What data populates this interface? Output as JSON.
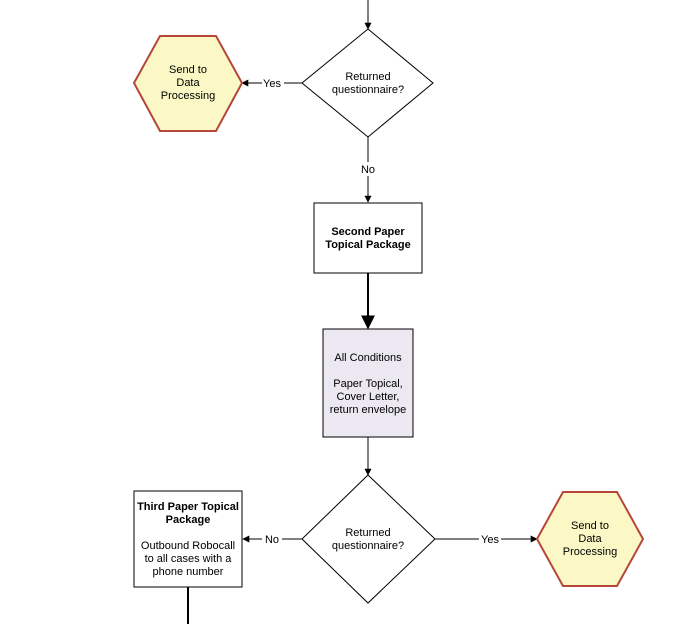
{
  "colors": {
    "hexagon_fill": "#fbf8c6",
    "hexagon_stroke": "#b7463a",
    "conditions_fill": "#ebe8f2",
    "line": "#000000"
  },
  "nodes": {
    "decision1": {
      "lines": [
        "Returned",
        "questionnaire?"
      ]
    },
    "hex1": {
      "lines": [
        "Send to",
        "Data",
        "Processing"
      ]
    },
    "box_second": {
      "lines": [
        "Second Paper",
        "Topical Package"
      ]
    },
    "box_conditions": {
      "lines": [
        "All Conditions",
        "",
        "Paper Topical,",
        "Cover Letter,",
        "return envelope"
      ]
    },
    "decision2": {
      "lines": [
        "Returned",
        "questionnaire?"
      ]
    },
    "box_third": {
      "title": [
        "Third Paper Topical",
        "Package"
      ],
      "body": [
        "Outbound Robocall",
        "to all cases with a",
        "phone number"
      ]
    },
    "hex2": {
      "lines": [
        "Send to",
        "Data",
        "Processing"
      ]
    }
  },
  "edges": {
    "d1_yes": "Yes",
    "d1_no": "No",
    "d2_no": "No",
    "d2_yes": "Yes"
  }
}
